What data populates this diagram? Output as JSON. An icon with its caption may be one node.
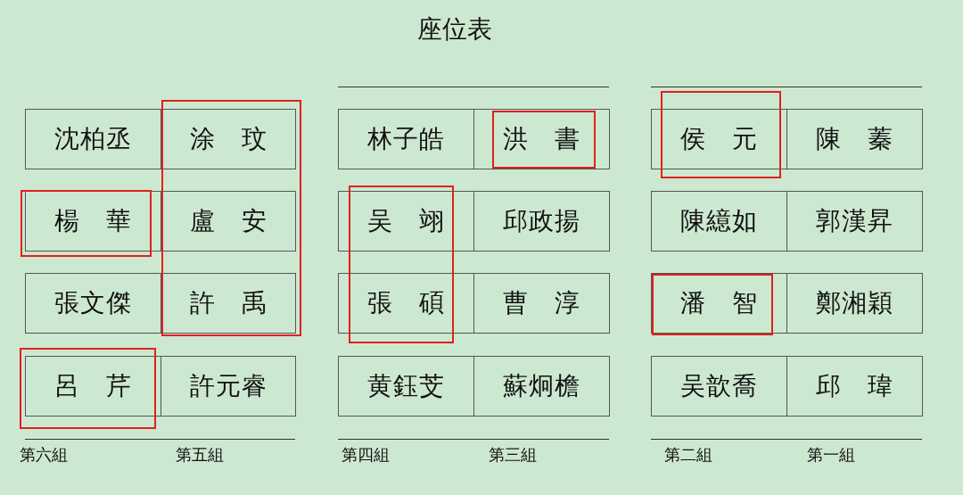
{
  "diagram": {
    "title": "座位表",
    "nodes": [
      {
        "text": [
          "沈柏丞"
        ]
      },
      {
        "text": [
          "涂　玟"
        ]
      },
      {
        "text": [
          "林子皓"
        ]
      },
      {
        "text": [
          "洪　書"
        ]
      },
      {
        "text": [
          "侯　元"
        ]
      },
      {
        "text": [
          "陳　蓁"
        ]
      },
      {
        "text": [
          "楊　華"
        ]
      },
      {
        "text": [
          "盧　安"
        ]
      },
      {
        "text": [
          "吴　翊"
        ]
      },
      {
        "text": [
          "邱政揚"
        ]
      },
      {
        "text": [
          "陳繶如"
        ]
      },
      {
        "text": [
          "郭漢昇"
        ]
      },
      {
        "text": [
          "張文傑"
        ]
      },
      {
        "text": [
          "許　禹"
        ]
      },
      {
        "text": [
          "張　碩"
        ]
      },
      {
        "text": [
          "曹　淳"
        ]
      },
      {
        "text": [
          "潘　智"
        ]
      },
      {
        "text": [
          "鄭湘穎"
        ]
      },
      {
        "text": [
          "呂　芹"
        ]
      },
      {
        "text": [
          "許元睿"
        ]
      },
      {
        "text": [
          "黄鈺芠"
        ]
      },
      {
        "text": [
          "蘇炯檐"
        ]
      },
      {
        "text": [
          "吴歆喬"
        ]
      },
      {
        "text": [
          "邱　瑋"
        ]
      }
    ],
    "labels": [
      "第六組",
      "第五組",
      "第四組",
      "第三組",
      "第二組",
      "第一組"
    ]
  }
}
